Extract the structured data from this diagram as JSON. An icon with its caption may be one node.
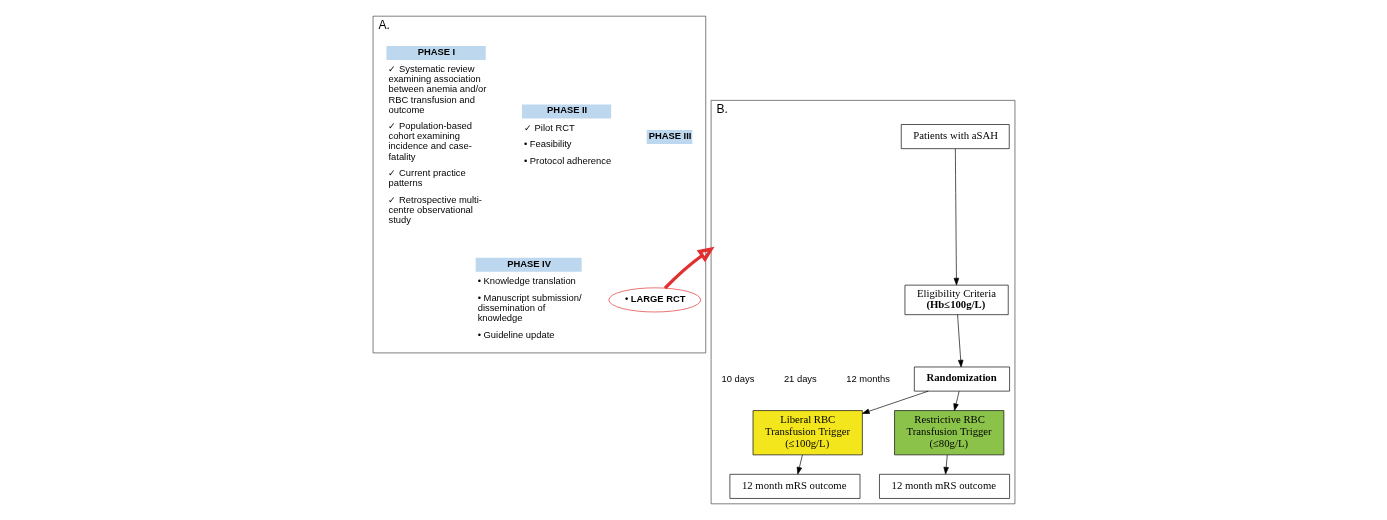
{
  "diagram": {
    "nodes": [
      {
        "text": [
          "A."
        ]
      },
      {
        "text": [
          "PHASE I"
        ],
        "in": 0,
        "beside": [
          "✓ Systematic review examining association between anemia and/or RBC transfusion and outcome",
          "✓ Population-based cohort examining incidence and case-fatality",
          "✓ Current practice patterns",
          "✓ Retrospective multi-centre observational study"
        ]
      },
      {
        "text": [
          "PHASE II"
        ],
        "in": 0,
        "beside": [
          "✓ Pilot RCT",
          "• Feasibility",
          "• Protocol adherence"
        ]
      },
      {
        "text": [
          "PHASE III"
        ],
        "in": 0
      },
      {
        "text": [
          "• LARGE RCT"
        ],
        "in": 0
      },
      {
        "text": [
          "PHASE IV"
        ],
        "in": 0,
        "beside": [
          "• Knowledge translation",
          "• Manuscript submission/ dissemination of knowledge",
          "• Guideline update"
        ]
      },
      {
        "text": [
          "B."
        ]
      },
      {
        "text": [
          "Patients with aSAH"
        ],
        "in": 6
      },
      {
        "text": [
          "Eligibility Criteria",
          "(Hb≤100g/L)"
        ],
        "in": 6
      },
      {
        "text": [
          "Randomization"
        ],
        "in": 6
      },
      {
        "text": [
          "Restrictive RBC Transfusion Trigger (≤80g/L)"
        ],
        "in": 6
      },
      {
        "text": [
          "Liberal RBC Transfusion Trigger (≤100g/L)"
        ],
        "in": 6
      },
      {
        "text": [
          "12 month mRS outcome"
        ],
        "in": 6
      },
      {
        "text": [
          "12 month mRS outcome"
        ],
        "in": 6
      }
    ],
    "edges": [
      {
        "from": 4,
        "to": 6,
        "arrow": "to",
        "style": "thick",
        "color": "#e03030"
      },
      {
        "from": 7,
        "to": 8,
        "arrow": "to"
      },
      {
        "from": 8,
        "to": 9,
        "arrow": "to"
      },
      {
        "from": 9,
        "to": 10,
        "arrow": "to"
      },
      {
        "from": 9,
        "to": 11,
        "arrow": "to"
      },
      {
        "from": 10,
        "to": 12,
        "arrow": "to"
      },
      {
        "from": 11,
        "to": 13,
        "arrow": "to"
      }
    ],
    "labels": [
      "10 days",
      "21 days",
      "12 months"
    ]
  }
}
